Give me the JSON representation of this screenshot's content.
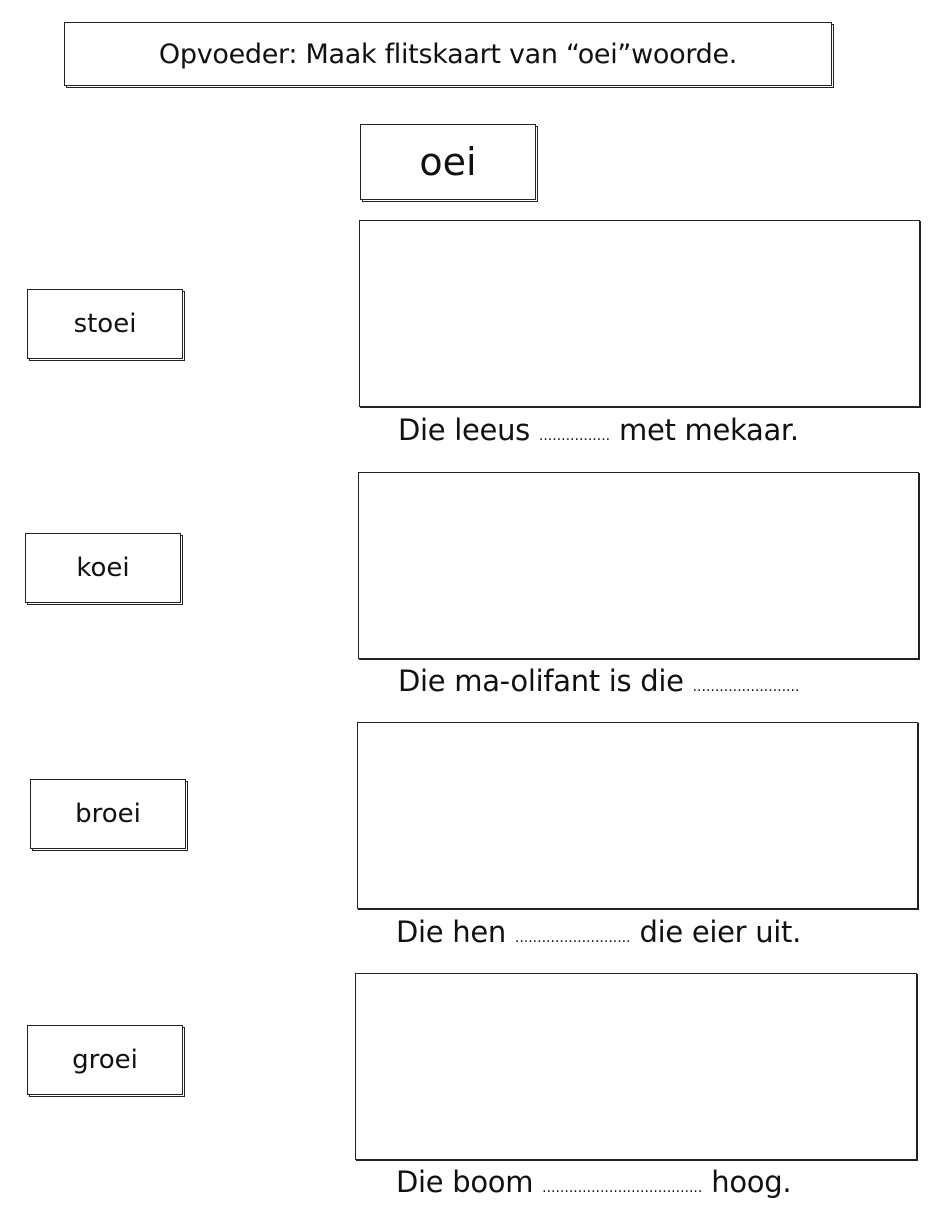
{
  "title": "Opvoeder:  Maak flitskaart van “oei”woorde.",
  "header_word": "oei",
  "rows": [
    {
      "word": "stoei",
      "sentence_before": "Die leeus",
      "blank": "................",
      "sentence_after": "met mekaar."
    },
    {
      "word": "koei",
      "sentence_before": "Die ma-olifant is die",
      "blank": "........................",
      "sentence_after": ""
    },
    {
      "word": "broei",
      "sentence_before": "Die hen",
      "blank": "..........................",
      "sentence_after": "die eier uit."
    },
    {
      "word": "groei",
      "sentence_before": "Die boom",
      "blank": "....................................",
      "sentence_after": "hoog."
    }
  ]
}
